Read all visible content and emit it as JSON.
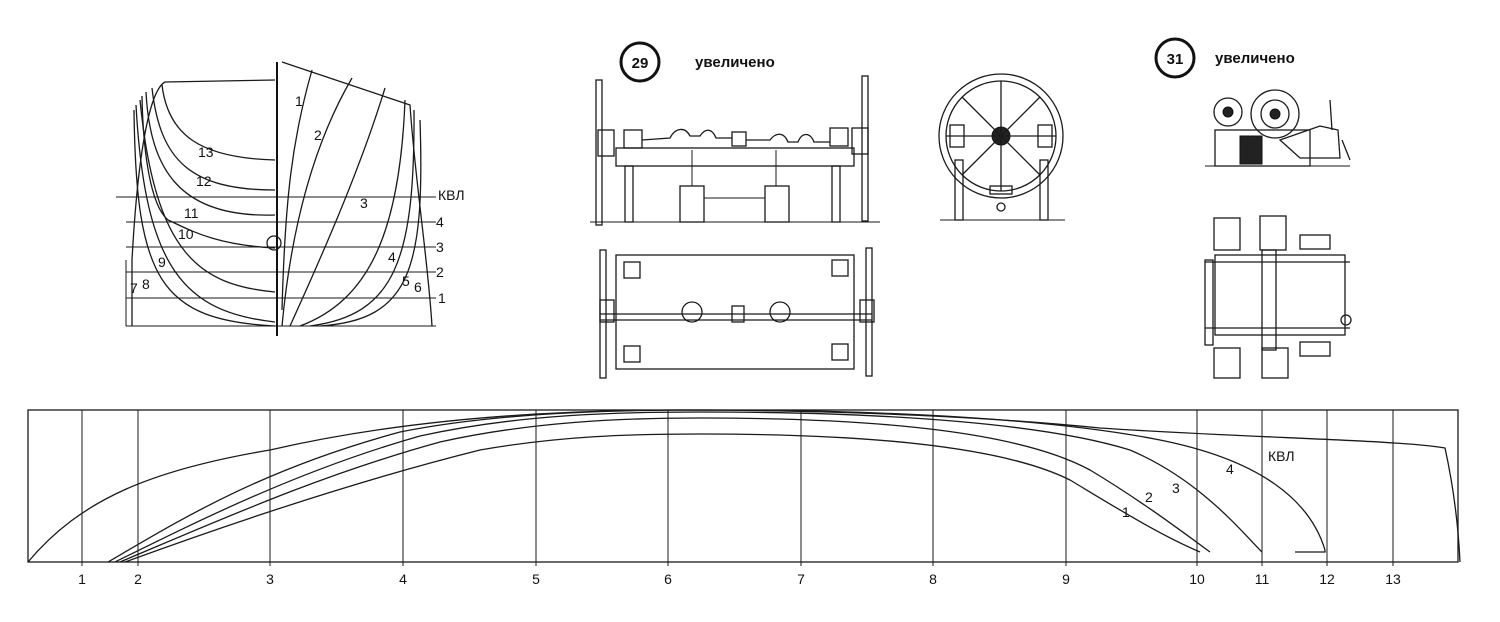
{
  "body_plan": {
    "waterline_labels": [
      "КВЛ",
      "4",
      "3",
      "2",
      "1"
    ],
    "station_labels_left": [
      "13",
      "12",
      "11",
      "10",
      "9",
      "8",
      "7"
    ],
    "station_labels_right": [
      "1",
      "2",
      "3",
      "4",
      "5",
      "6"
    ]
  },
  "detail_29": {
    "number": "29",
    "caption": "увеличено"
  },
  "detail_31": {
    "number": "31",
    "caption": "увеличено"
  },
  "half_breadth_plan": {
    "line_labels": [
      "1",
      "2",
      "3",
      "4",
      "КВЛ"
    ],
    "station_labels": [
      "1",
      "2",
      "3",
      "4",
      "5",
      "6",
      "7",
      "8",
      "9",
      "10",
      "11",
      "12",
      "13"
    ]
  }
}
